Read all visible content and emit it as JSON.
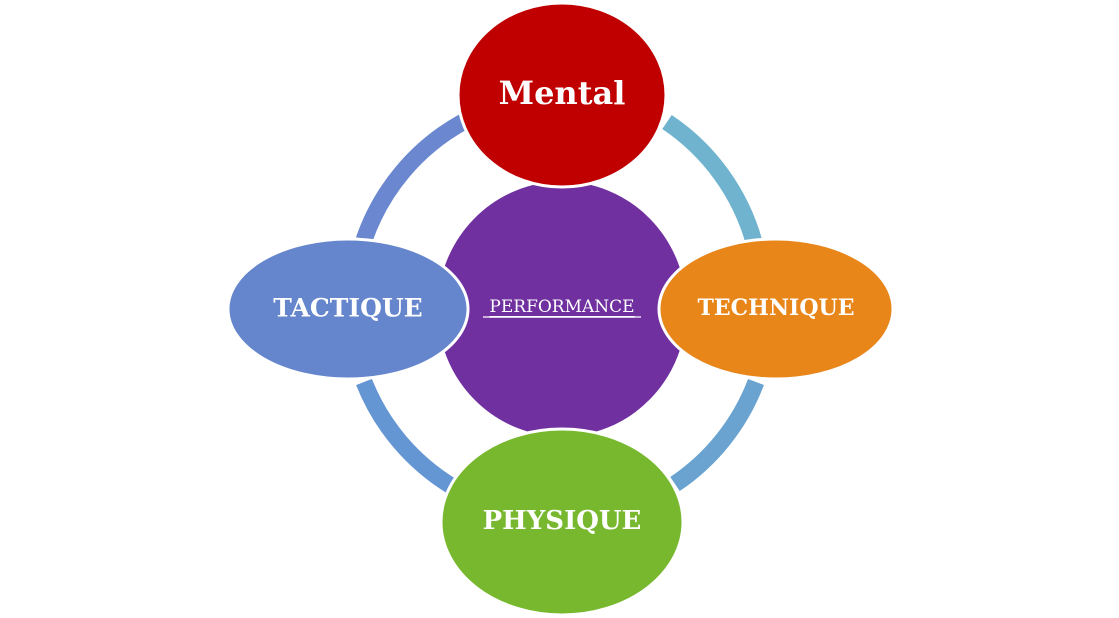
{
  "diagram": {
    "center": {
      "label": "PERFORMANCE",
      "color": "#7030A0"
    },
    "nodes": {
      "mental": {
        "label": "Mental",
        "color": "#C00000"
      },
      "technique": {
        "label": "TECHNIQUE",
        "color": "#E8861A"
      },
      "physique": {
        "label": "PHYSIQUE",
        "color": "#77B82E"
      },
      "tactique": {
        "label": "TACTIQUE",
        "color": "#6586CC"
      }
    },
    "ring_colors": {
      "mental_to_technique": "#6FB3CE",
      "technique_to_physique": "#6AA3D0",
      "physique_to_tactique": "#6596D4",
      "tactique_to_mental": "#6A87CF"
    }
  }
}
